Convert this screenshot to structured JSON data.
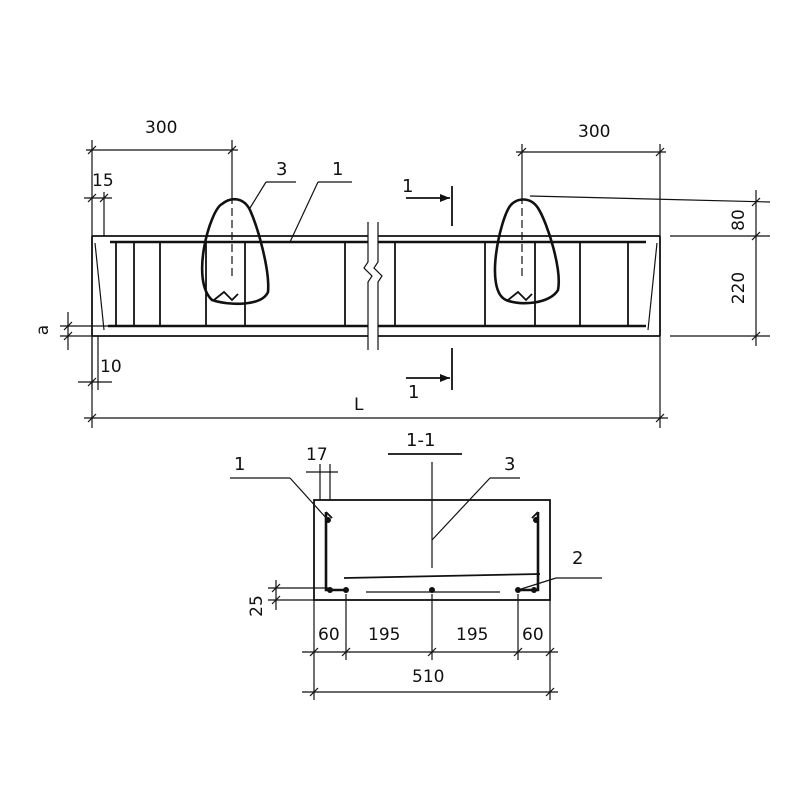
{
  "elevation": {
    "dims": {
      "anchor_offset_left": "300",
      "anchor_offset_right": "300",
      "end_cover_top": "15",
      "end_cover_bottom": "10",
      "cover_a": "a",
      "loop_height": "80",
      "beam_height": "220",
      "length": "L"
    },
    "callouts": {
      "loop": "3",
      "longitudinal_bar": "1"
    },
    "section_marks": {
      "top": "1",
      "bottom": "1"
    }
  },
  "section": {
    "title": "1-1",
    "callouts": {
      "side_bar": "1",
      "loop": "3",
      "bottom_bar": "2"
    },
    "dims": {
      "bar_spacing": "17",
      "bottom_cover": "25",
      "seg1": "60",
      "seg2": "195",
      "seg3": "195",
      "seg4": "60",
      "total_width": "510"
    }
  }
}
